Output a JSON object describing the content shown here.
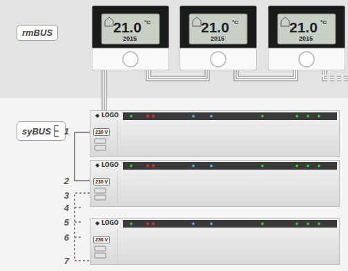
{
  "diagram": {
    "nodes": [
      {
        "text": [
          "rmBUS"
        ]
      },
      {
        "text": [
          "21.0",
          "°C",
          "2015"
        ]
      },
      {
        "text": [
          "21.0",
          "°C",
          "2015"
        ]
      },
      {
        "text": [
          "21.0",
          "°C",
          "2015"
        ]
      },
      {
        "text": [
          "syBUS"
        ]
      },
      {
        "text": [
          "◆ LOGO",
          "230 V"
        ]
      },
      {
        "text": [
          "◆ LOGO",
          "230 V"
        ]
      },
      {
        "text": [
          "◆ LOGO",
          "230 V"
        ]
      }
    ],
    "edges": [
      {
        "from": 1,
        "to": 5,
        "arrow": "none"
      },
      {
        "from": 2,
        "to": 1,
        "arrow": "none"
      },
      {
        "from": 3,
        "to": 2,
        "arrow": "none"
      },
      {
        "from": 5,
        "to": 6,
        "arrow": "none"
      },
      {
        "from": 6,
        "to": 7,
        "arrow": "none"
      }
    ],
    "labels": [
      "1",
      "2",
      "3",
      "4",
      "5",
      "6",
      "7"
    ]
  }
}
